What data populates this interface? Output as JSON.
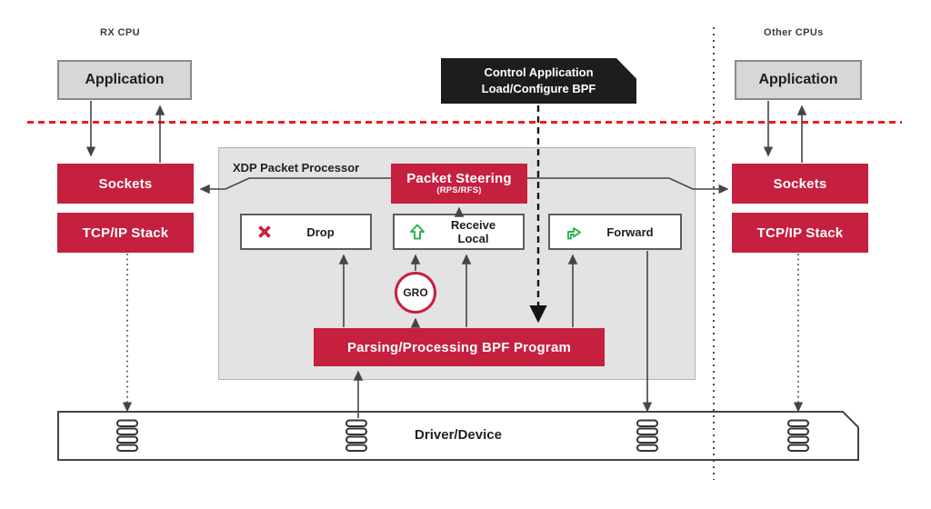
{
  "diagram": {
    "labels": {
      "rx_cpu": "RX CPU",
      "other_cpus": "Other CPUs",
      "xdp_processor": "XDP Packet Processor",
      "driver_device": "Driver/Device",
      "gro": "GRO"
    },
    "left_cpu": {
      "application": "Application",
      "sockets": "Sockets",
      "tcpip_stack": "TCP/IP Stack"
    },
    "right_cpu": {
      "application": "Application",
      "sockets": "Sockets",
      "tcpip_stack": "TCP/IP Stack"
    },
    "control_app": {
      "line1": "Control Application",
      "line2": "Load/Configure BPF"
    },
    "processor": {
      "packet_steering": "Packet Steering",
      "packet_steering_sub": "(RPS/RFS)",
      "actions": {
        "drop": "Drop",
        "receive_local": "Receive Local",
        "forward": "Forward"
      },
      "bpf_program": "Parsing/Processing BPF Program"
    },
    "colors": {
      "accent_red": "#c5203f",
      "boundary_red": "#ec1c24",
      "action_green": "#2eb353",
      "control_black": "#1d1d1b",
      "gray_fill": "#d7d7d7",
      "panel_fill": "#e3e3e3"
    }
  }
}
